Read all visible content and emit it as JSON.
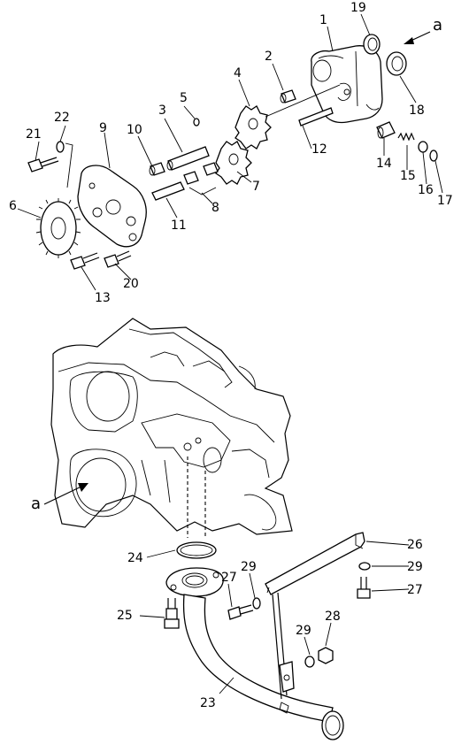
{
  "diagram": {
    "callouts": {
      "c1": "1",
      "c2": "2",
      "c3": "3",
      "c4": "4",
      "c5": "5",
      "c6": "6",
      "c7": "7",
      "c8": "8",
      "c9": "9",
      "c10": "10",
      "c11": "11",
      "c12": "12",
      "c13": "13",
      "c14": "14",
      "c15": "15",
      "c16": "16",
      "c17": "17",
      "c18": "18",
      "c19": "19",
      "c20": "20",
      "c21": "21",
      "c22": "22",
      "c23": "23",
      "c24": "24",
      "c25": "25",
      "c26": "26",
      "c27a": "27",
      "c27b": "27",
      "c28": "28",
      "c29a": "29",
      "c29b": "29",
      "c29c": "29"
    },
    "view_marker_top": "a",
    "view_marker_bottom": "a"
  }
}
